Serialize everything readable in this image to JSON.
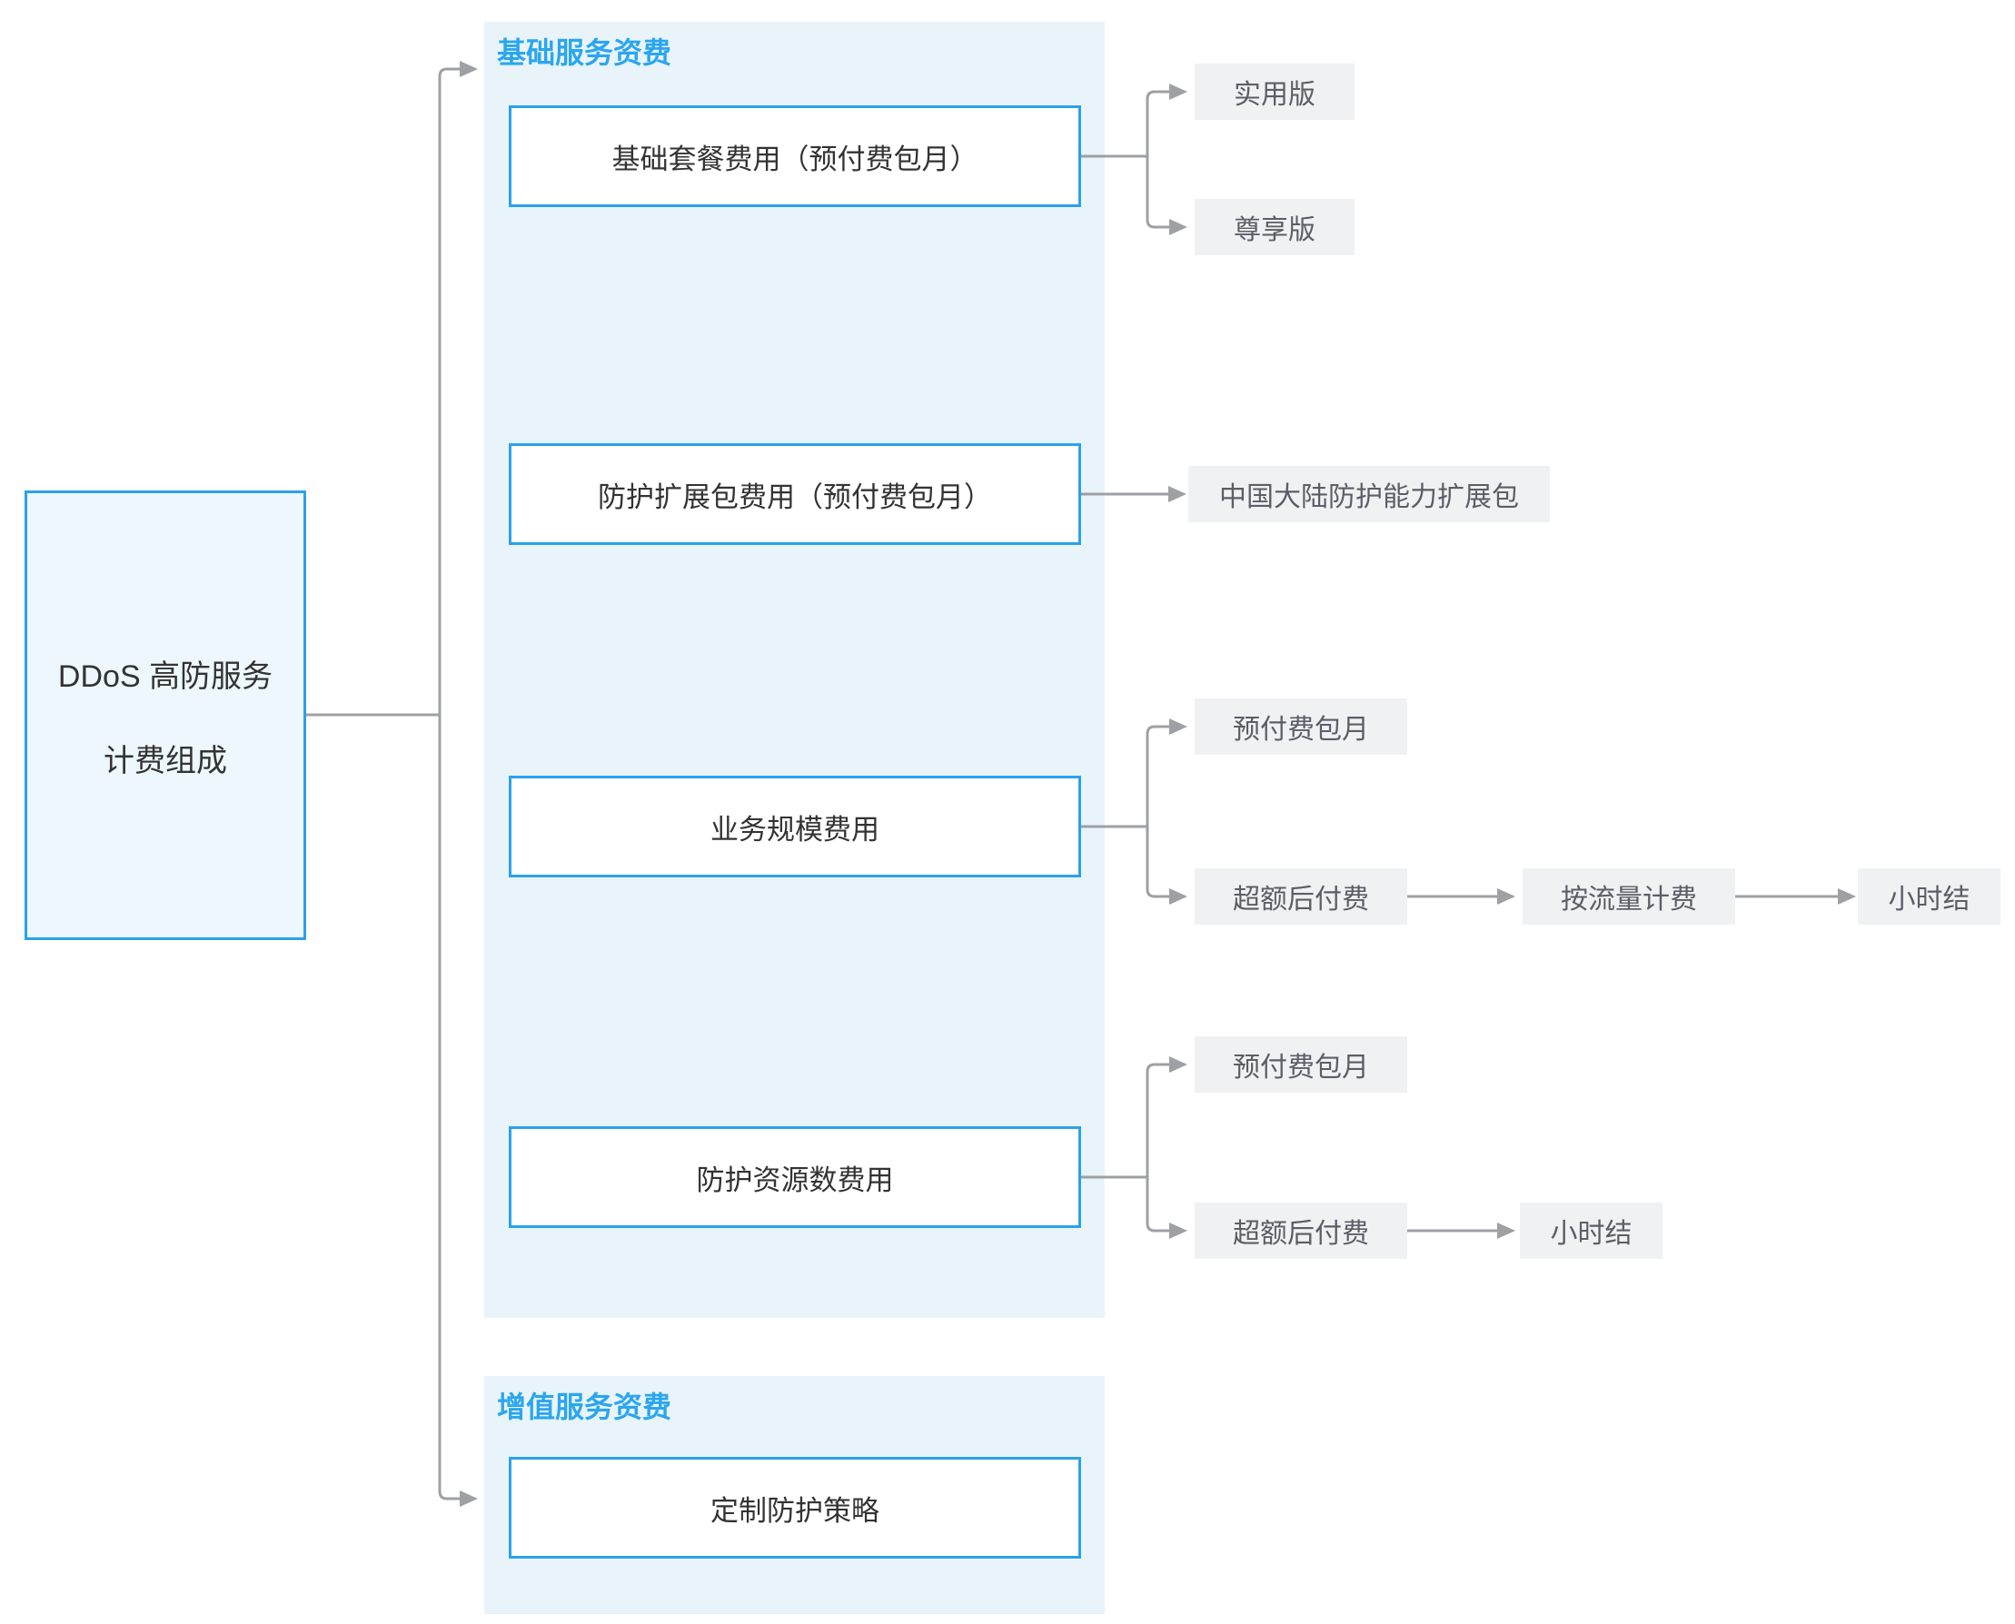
{
  "colors": {
    "accent_blue": "#2aa2ec",
    "title_blue": "#2ba6ee",
    "panel_bg": "#e9f4fa",
    "root_bg": "#edf7fd",
    "node_text": "#333333",
    "label_bg": "#f0f1f3",
    "label_text": "#5a5e66",
    "connector": "#9ea0a4"
  },
  "root": {
    "line1": "DDoS 高防服务",
    "line2": "计费组成"
  },
  "sections": [
    {
      "title": "基础服务资费",
      "nodes": [
        {
          "label": "基础套餐费用（预付费包月）",
          "children": [
            "实用版",
            "尊享版"
          ]
        },
        {
          "label": "防护扩展包费用（预付费包月）",
          "children": [
            "中国大陆防护能力扩展包"
          ]
        },
        {
          "label": "业务规模费用",
          "children": [
            "预付费包月",
            "超额后付费"
          ],
          "chain": [
            "按流量计费",
            "小时结"
          ]
        },
        {
          "label": "防护资源数费用",
          "children": [
            "预付费包月",
            "超额后付费"
          ],
          "chain": [
            "小时结"
          ]
        }
      ]
    },
    {
      "title": "增值服务资费",
      "nodes": [
        {
          "label": "定制防护策略"
        }
      ]
    }
  ]
}
